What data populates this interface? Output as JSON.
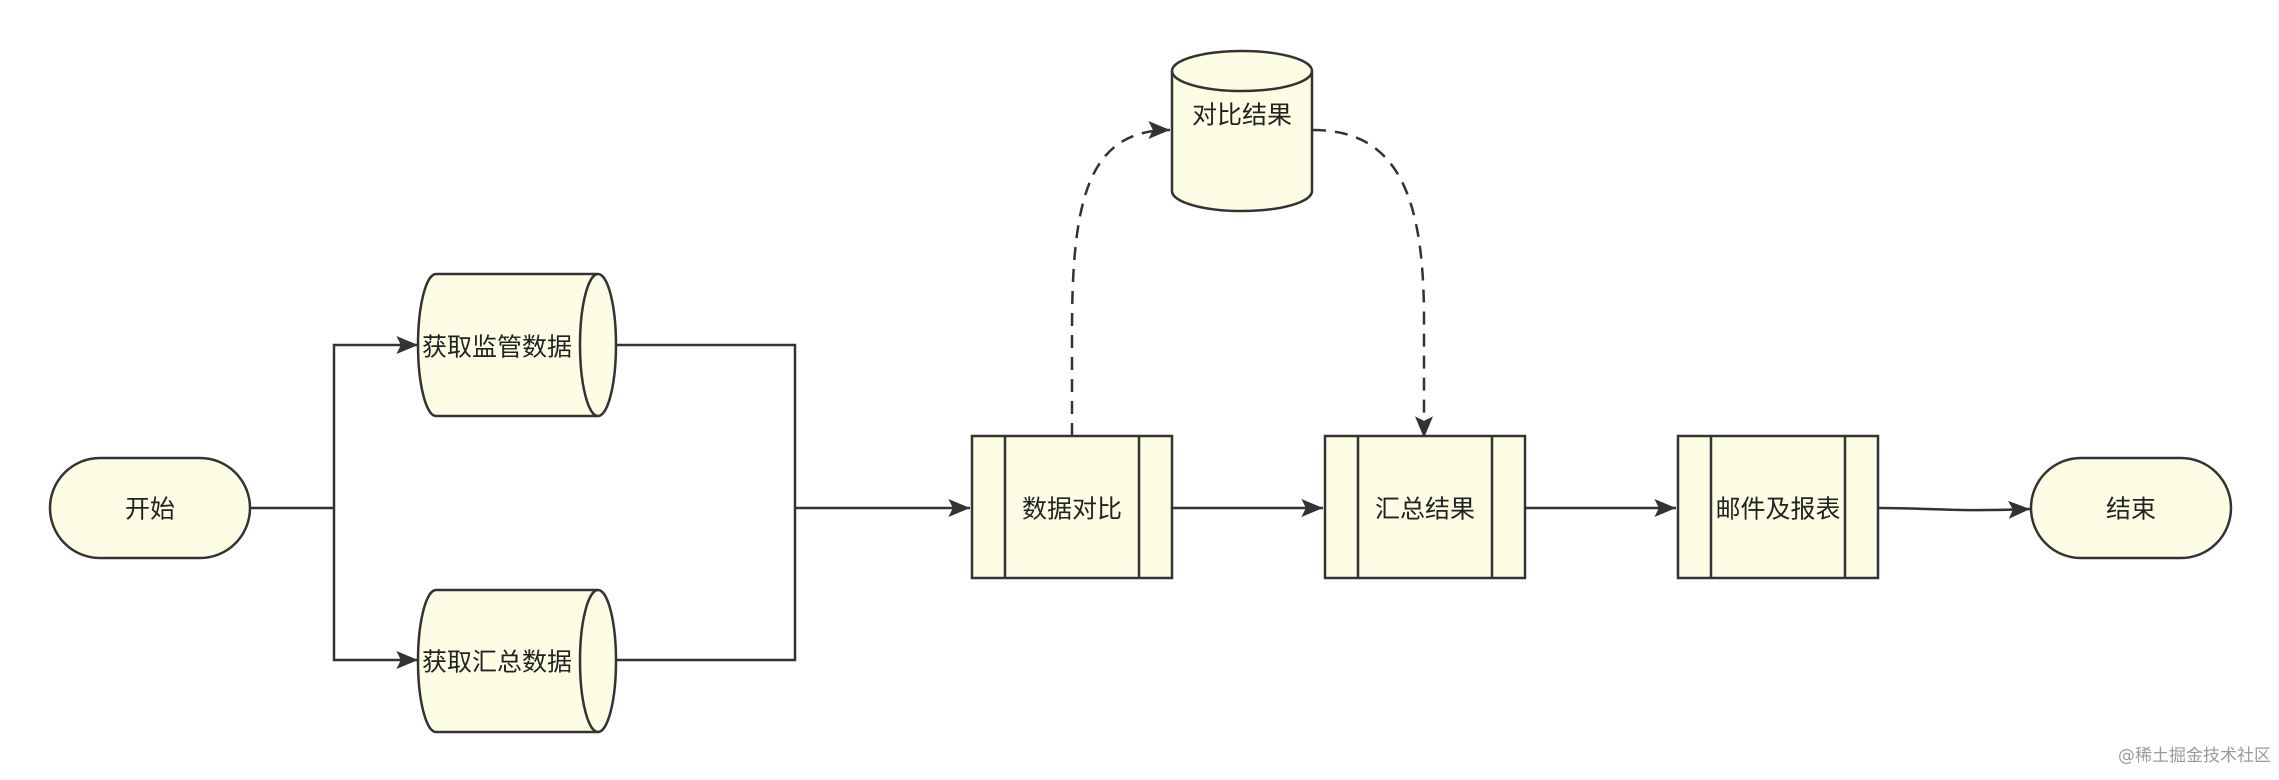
{
  "diagram": {
    "nodes": {
      "start": {
        "label": "开始",
        "shape": "terminator"
      },
      "fetch_regulatory": {
        "label": "获取监管数据",
        "shape": "cylinder"
      },
      "fetch_summary": {
        "label": "获取汇总数据",
        "shape": "cylinder"
      },
      "compare": {
        "label": "数据对比",
        "shape": "predefined-process"
      },
      "compare_result": {
        "label": "对比结果",
        "shape": "cylinder"
      },
      "aggregate": {
        "label": "汇总结果",
        "shape": "predefined-process"
      },
      "mail_report": {
        "label": "邮件及报表",
        "shape": "predefined-process"
      },
      "end": {
        "label": "结束",
        "shape": "terminator"
      }
    },
    "edges": [
      {
        "from": "start",
        "to": "fetch_regulatory",
        "style": "solid"
      },
      {
        "from": "start",
        "to": "fetch_summary",
        "style": "solid"
      },
      {
        "from": "fetch_regulatory",
        "to": "compare",
        "style": "solid"
      },
      {
        "from": "fetch_summary",
        "to": "compare",
        "style": "solid"
      },
      {
        "from": "compare",
        "to": "aggregate",
        "style": "solid"
      },
      {
        "from": "compare",
        "to": "compare_result",
        "style": "dashed"
      },
      {
        "from": "compare_result",
        "to": "aggregate",
        "style": "dashed"
      },
      {
        "from": "aggregate",
        "to": "mail_report",
        "style": "solid"
      },
      {
        "from": "mail_report",
        "to": "end",
        "style": "solid"
      }
    ],
    "colors": {
      "node_fill": "#FDFDE6",
      "stroke": "#333333",
      "text": "#222222",
      "watermark": "#9A9A9A"
    }
  },
  "watermark": "@稀土掘金技术社区"
}
